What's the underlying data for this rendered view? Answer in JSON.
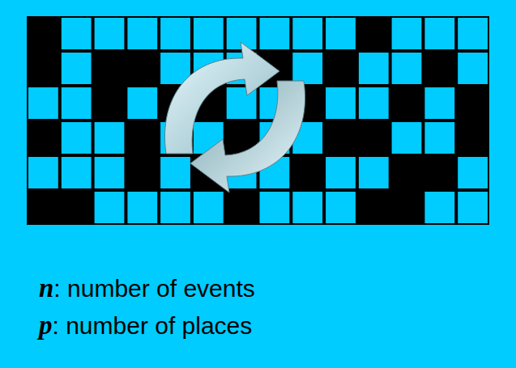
{
  "diagram": {
    "labels": [
      "n",
      ": number of events",
      "p",
      ": number of places"
    ]
  }
}
